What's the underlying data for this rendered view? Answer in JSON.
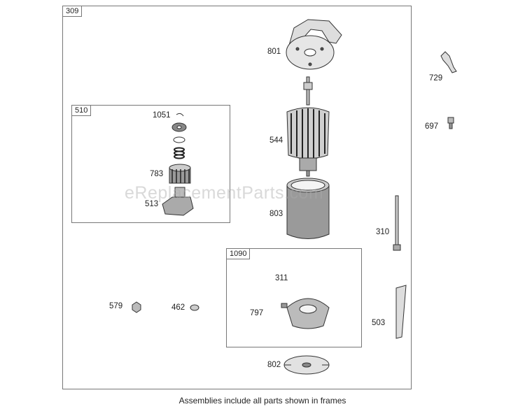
{
  "frames": {
    "main": "309",
    "sub1": "510",
    "sub2": "1090"
  },
  "parts": {
    "p801": "801",
    "p729": "729",
    "p697": "697",
    "p1051": "1051",
    "p544": "544",
    "p783": "783",
    "p513": "513",
    "p803": "803",
    "p310": "310",
    "p311": "311",
    "p797": "797",
    "p579": "579",
    "p462": "462",
    "p503": "503",
    "p802": "802"
  },
  "watermark": "eReplacementParts.com",
  "caption": "Assemblies include all parts shown in frames"
}
